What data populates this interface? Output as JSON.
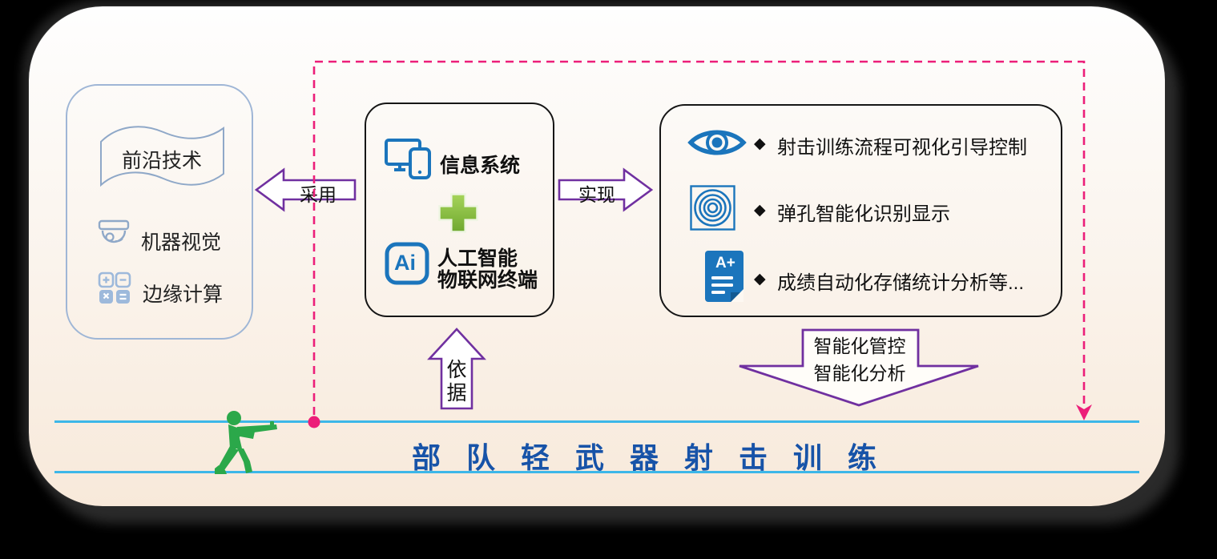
{
  "left_box": {
    "flag_label": "前沿技术",
    "items": [
      {
        "icon": "camera-icon",
        "label": "机器视觉"
      },
      {
        "icon": "calculator-icon",
        "label": "边缘计算"
      }
    ]
  },
  "middle_box": {
    "top_label": "信息系统",
    "ai_badge_text": "Ai",
    "bottom_label_line1": "人工智能",
    "bottom_label_line2": "物联网终端"
  },
  "right_box": {
    "items": [
      {
        "icon": "eye-icon",
        "bullet": "◆",
        "label": "射击训练流程可视化引导控制"
      },
      {
        "icon": "target-icon",
        "bullet": "◆",
        "label": "弹孔智能化识别显示"
      },
      {
        "icon": "document-grade-icon",
        "bullet": "◆",
        "label": "成绩自动化存储统计分析等..."
      }
    ],
    "doc_grade_text": "A+"
  },
  "arrows": {
    "adopt_label": "采用",
    "realize_label": "实现",
    "basis_label": "依据",
    "down_label_line1": "智能化管控",
    "down_label_line2": "智能化分析"
  },
  "bottom": {
    "title": "部队轻武器射击训练"
  },
  "colors": {
    "arrow_purple": "#7030a0",
    "dashed_pink": "#ec1e79",
    "line_cyan": "#3db7e8",
    "icon_blue": "#1b75bc",
    "soft_blue": "#9db9db",
    "shooter_green": "#2ba84a",
    "plus_green": "#8dc63f",
    "title_blue": "#1753a8"
  }
}
